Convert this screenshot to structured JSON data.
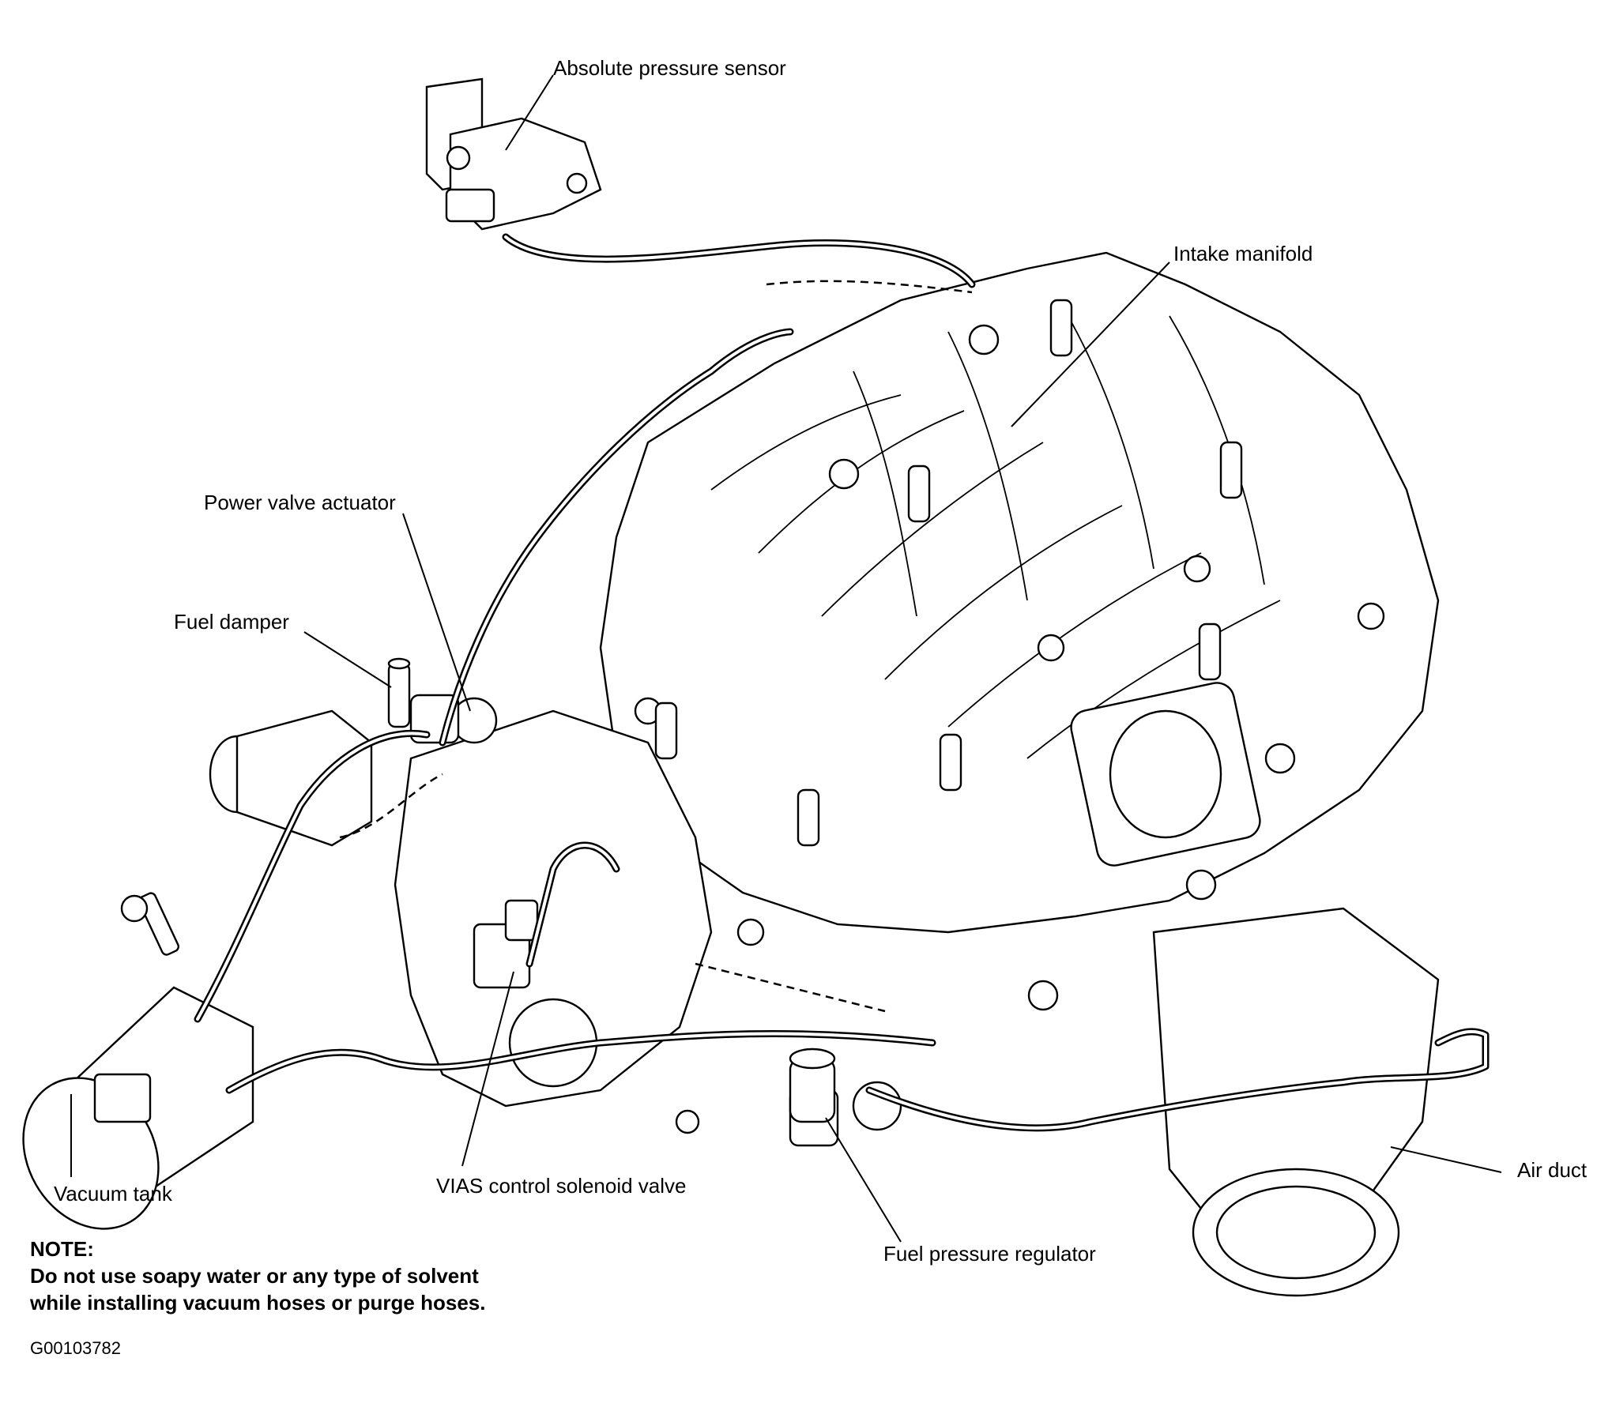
{
  "labels": {
    "absolute_pressure_sensor": "Absolute pressure sensor",
    "intake_manifold": "Intake manifold",
    "power_valve_actuator": "Power valve actuator",
    "fuel_damper": "Fuel damper",
    "vacuum_tank": "Vacuum tank",
    "vias_control_solenoid_valve": "VIAS control solenoid valve",
    "fuel_pressure_regulator": "Fuel pressure regulator",
    "air_duct": "Air duct"
  },
  "note": {
    "heading": "NOTE:",
    "line1": "Do not use soapy water or any type of solvent",
    "line2": "while installing vacuum hoses or purge hoses."
  },
  "figure_id": "G00103782"
}
